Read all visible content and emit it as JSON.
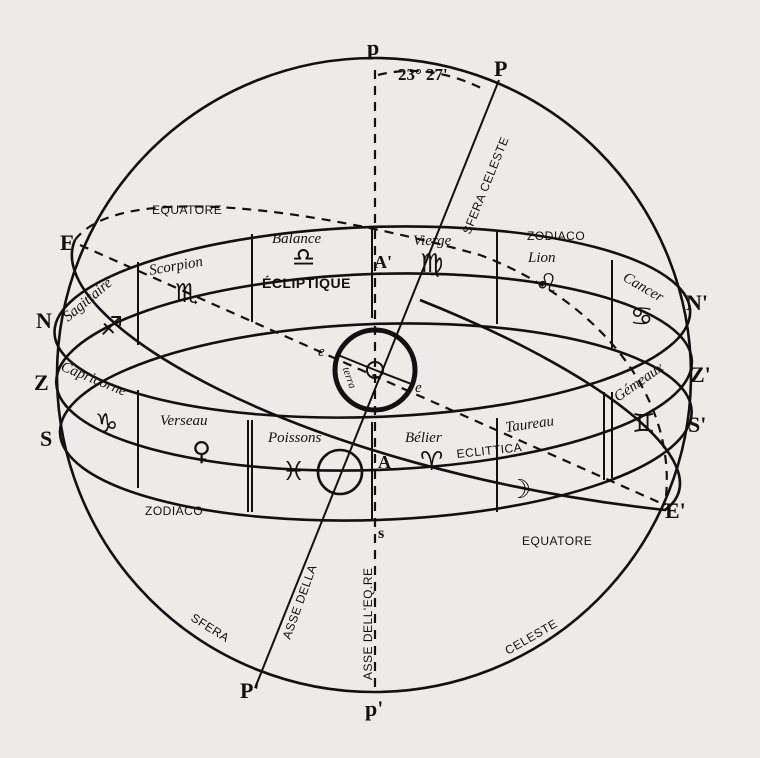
{
  "poles": {
    "p": "p",
    "P": "P",
    "p_prime": "p'",
    "P_prime": "P'",
    "s": "s"
  },
  "angle": "23° 27'",
  "points_left": {
    "E": "E",
    "N": "N",
    "Z": "Z",
    "S": "S"
  },
  "points_right": {
    "E": "E'",
    "N": "N'",
    "Z": "Z'",
    "S": "S'"
  },
  "labels": {
    "sfera_celeste_axis": "SFERA CELESTE",
    "equatore_top": "EQUATORE",
    "equatore_bottom": "EQUATORE",
    "zodiaco_top": "ZODIACO",
    "zodiaco_bottom": "ZODIACO",
    "ecliptique": "ÉCLIPTIQUE",
    "eclittica": "ECLITTICA",
    "terra": "terra",
    "e1": "e",
    "e2": "e",
    "A_prime": "A'",
    "A": "A",
    "asse_della": "ASSE DELLA",
    "asse_equatore": "ASSE DELL'EQ.RE",
    "sfera": "SFERA",
    "celeste": "CELESTE"
  },
  "zodiac": [
    {
      "name": "Sagittaire",
      "symbol": "♐"
    },
    {
      "name": "Scorpion",
      "symbol": "♏"
    },
    {
      "name": "Balance",
      "symbol": "♎"
    },
    {
      "name": "Vierge",
      "symbol": "♍"
    },
    {
      "name": "Lion",
      "symbol": "♌"
    },
    {
      "name": "Cancer",
      "symbol": "♋"
    },
    {
      "name": "Capricorne",
      "symbol": "♑"
    },
    {
      "name": "Verseau",
      "symbol": "♀"
    },
    {
      "name": "Poissons",
      "symbol": "♓"
    },
    {
      "name": "Bélier",
      "symbol": "♈"
    },
    {
      "name": "Taureau",
      "symbol": "☽"
    },
    {
      "name": "Gémeaux",
      "symbol": "♊"
    }
  ]
}
